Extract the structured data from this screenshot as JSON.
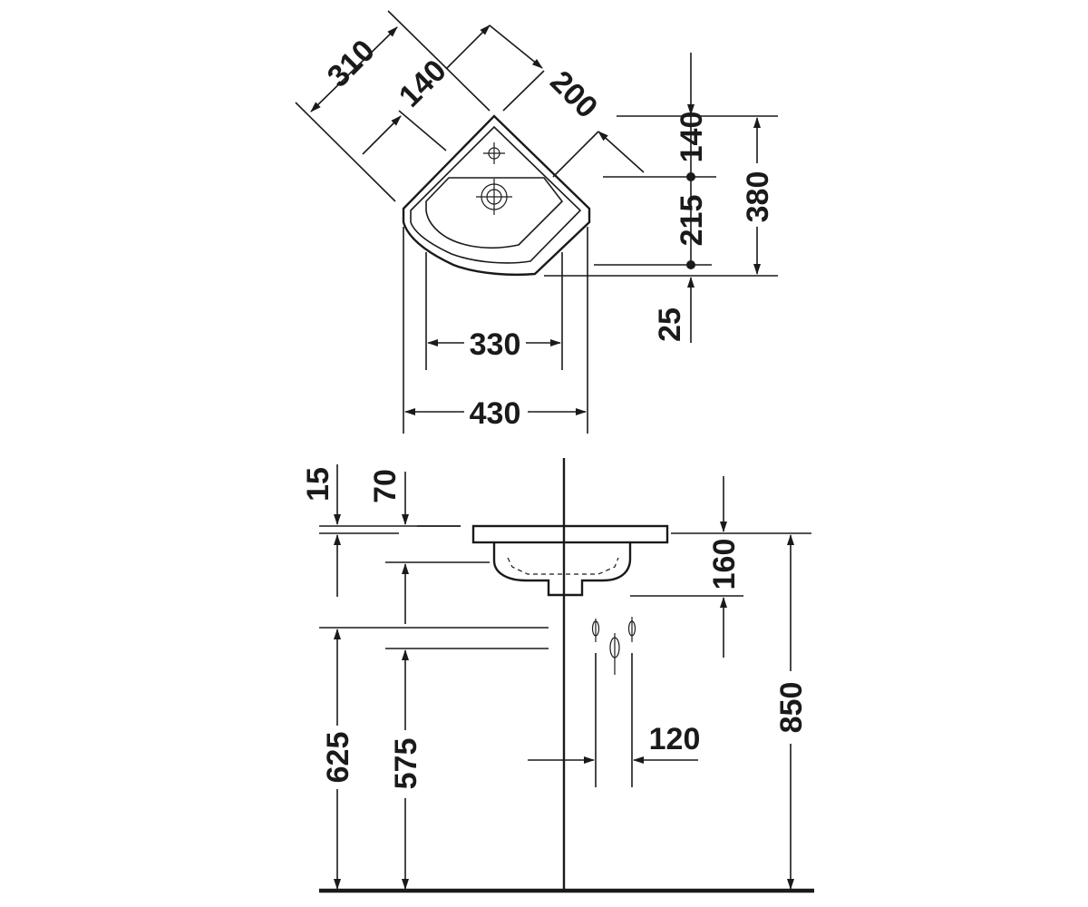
{
  "top_view": {
    "dim_310": "310",
    "dim_140_diag": "140",
    "dim_200": "200",
    "dim_140_right": "140",
    "dim_215": "215",
    "dim_380": "380",
    "dim_25": "25",
    "dim_330": "330",
    "dim_430": "430"
  },
  "side_view": {
    "dim_15": "15",
    "dim_70": "70",
    "dim_160": "160",
    "dim_120": "120",
    "dim_850": "850",
    "dim_625": "625",
    "dim_575": "575"
  }
}
